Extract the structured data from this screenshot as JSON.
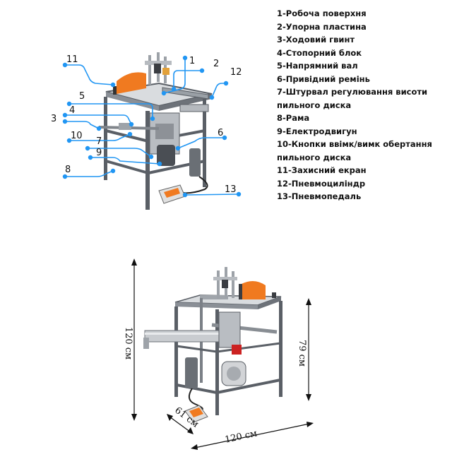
{
  "legend": [
    "1-Робоча поверхня",
    "2-Упорна пластина",
    "3-Ходовий гвинт",
    "4-Стопорний блок",
    "5-Напрямний вал",
    "6-Привідний ремінь",
    "7-Штурвал регулювання висоти",
    "пильного диска",
    "8-Рама",
    "9-Електродвигун",
    "10-Кнопки ввімк/вимк обертання",
    "пильного диска",
    "11-Захисний екран",
    "12-Пневмоциліндр",
    "13-Пневмопедаль"
  ],
  "callouts": [
    "1",
    "2",
    "3",
    "4",
    "5",
    "6",
    "7",
    "8",
    "9",
    "10",
    "11",
    "12",
    "13"
  ],
  "dimensions": {
    "height_total": "120 см",
    "height_table": "79 см",
    "depth": "61 см",
    "width": "120 см"
  },
  "colors": {
    "callout": "#2196f3",
    "frame": "#5a5f66",
    "guard": "#f07a20",
    "steel": "#c9ccd0"
  }
}
